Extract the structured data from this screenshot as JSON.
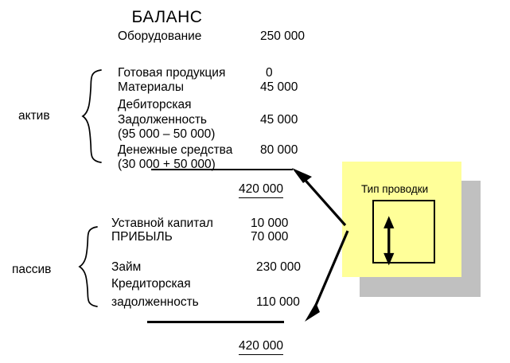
{
  "title": "БАЛАНС",
  "sections": {
    "asset": {
      "label": "актив",
      "brace_glyph": "{"
    },
    "liability": {
      "label": "пассив",
      "brace_glyph": "{"
    }
  },
  "rows": [
    {
      "label": "Оборудование",
      "value": "250 000"
    },
    {
      "label": "Готовая продукция",
      "value": "0"
    },
    {
      "label": "Материалы",
      "value": "45 000"
    },
    {
      "label": "Дебиторская",
      "value": ""
    },
    {
      "label": "Задолженность",
      "value": "45 000"
    },
    {
      "label": "(95 000 – 50 000)",
      "value": ""
    },
    {
      "label": "Денежные средства",
      "value": "80 000"
    },
    {
      "label": "(30 000 + 50 000)",
      "value": ""
    },
    {
      "label": "Уставной капитал",
      "value": "10 000"
    },
    {
      "label": "ПРИБЫЛЬ",
      "value": "70 000"
    },
    {
      "label": "Займ",
      "value": "230 000"
    },
    {
      "label": "Кредиторская",
      "value": ""
    },
    {
      "label": "задолженность",
      "value": "110 000"
    }
  ],
  "totals": {
    "asset_total": "420 000",
    "liability_total": "420 000"
  },
  "note": {
    "title": "Тип проводки",
    "box_color": "#ffff99",
    "shadow_color": "#c0c0c0",
    "arrow_color": "#000000"
  }
}
